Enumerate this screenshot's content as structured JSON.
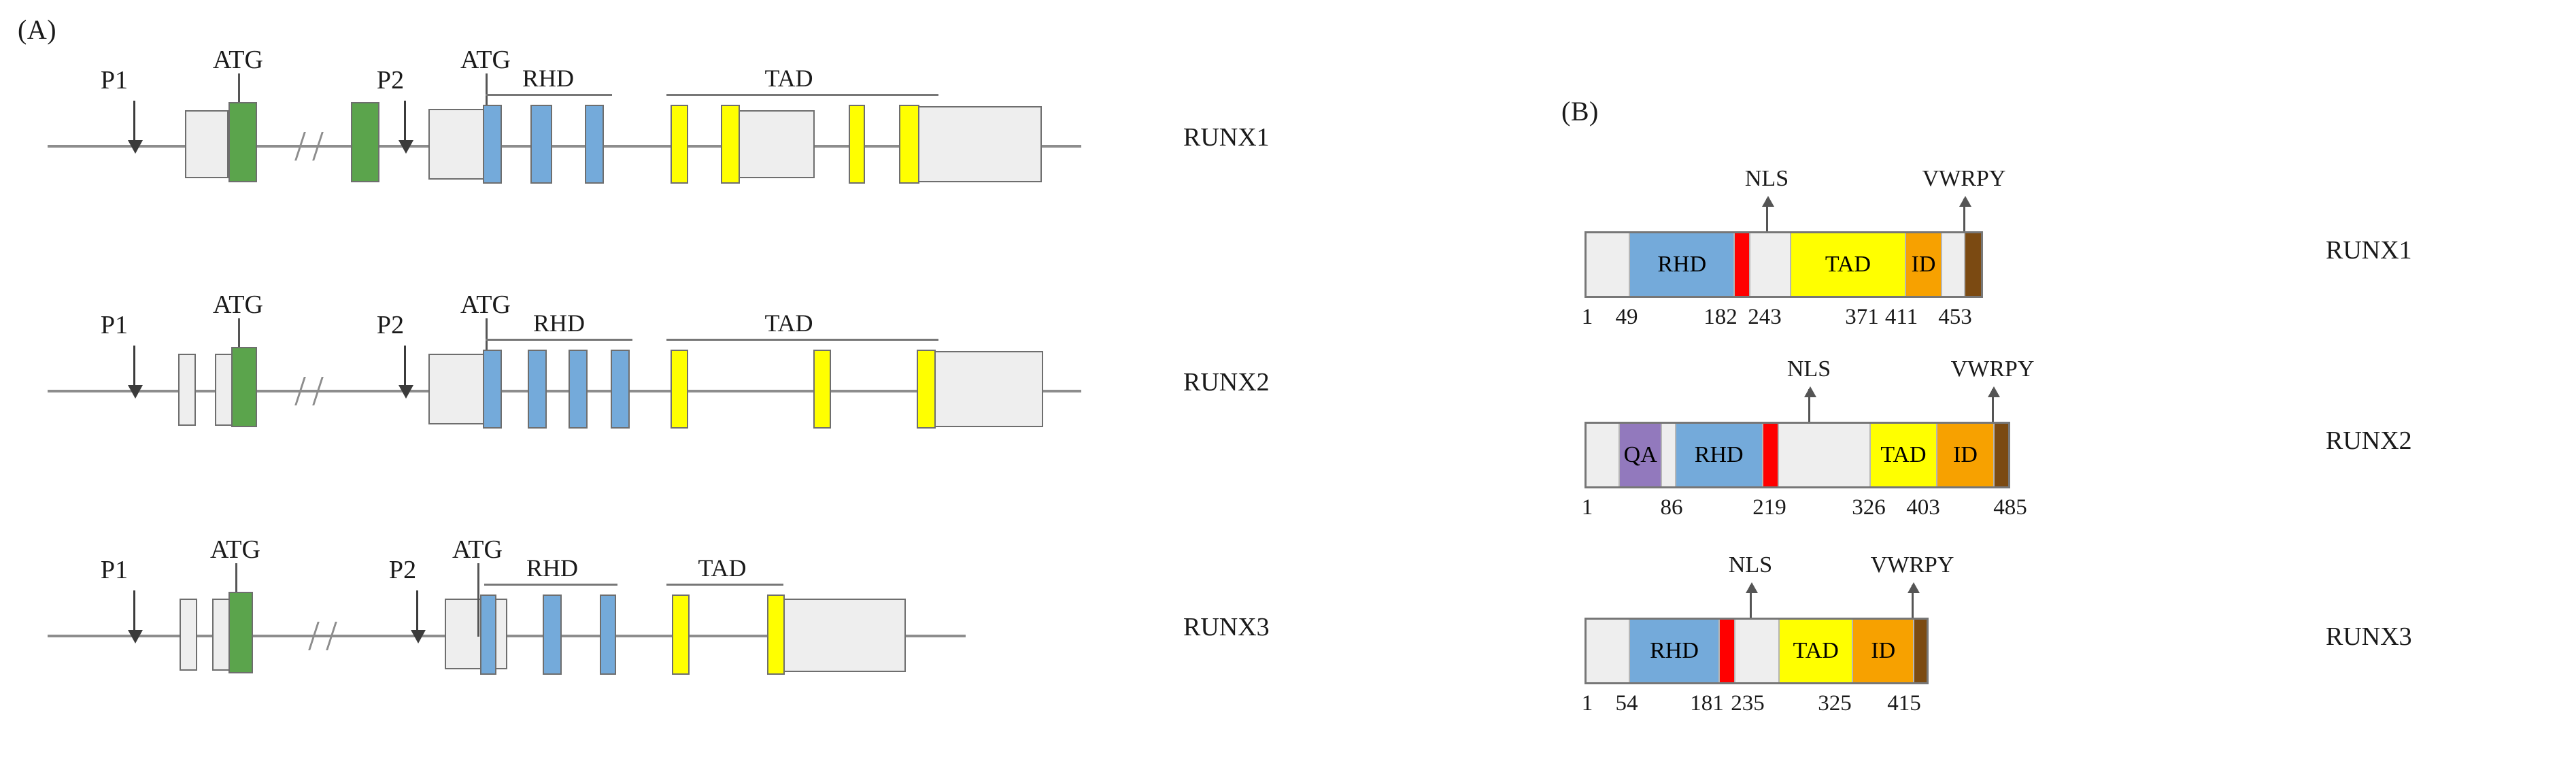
{
  "panels": {
    "a_label": "(A)",
    "b_label": "(B)"
  },
  "gene_panel": {
    "rows": [
      {
        "name": "RUNX1",
        "promoters": [
          "P1",
          "P2"
        ],
        "start_codons": [
          "ATG",
          "ATG"
        ],
        "domains": [
          "RHD",
          "TAD"
        ],
        "exon_colors": {
          "utr": "#eeeeee",
          "p1_coding": "#5ba44c",
          "rhd": "#74aada",
          "tad": "#ffff00"
        }
      },
      {
        "name": "RUNX2",
        "promoters": [
          "P1",
          "P2"
        ],
        "start_codons": [
          "ATG",
          "ATG"
        ],
        "domains": [
          "RHD",
          "TAD"
        ],
        "exon_colors": {
          "utr": "#eeeeee",
          "p1_coding": "#5ba44c",
          "rhd": "#74aada",
          "tad": "#ffff00"
        }
      },
      {
        "name": "RUNX3",
        "promoters": [
          "P1",
          "P2"
        ],
        "start_codons": [
          "ATG",
          "ATG"
        ],
        "domains": [
          "RHD",
          "TAD"
        ],
        "exon_colors": {
          "utr": "#eeeeee",
          "p1_coding": "#5ba44c",
          "rhd": "#74aada",
          "tad": "#ffff00"
        }
      }
    ]
  },
  "protein_panel": {
    "annotations": {
      "nls": "NLS",
      "vwrpy": "VWRPY"
    },
    "rows": [
      {
        "name": "RUNX1",
        "positions": [
          "1",
          "49",
          "182",
          "243",
          "371",
          "411",
          "453"
        ],
        "segments": [
          {
            "label": "",
            "color": "#eeeeee",
            "span": 48
          },
          {
            "label": "RHD",
            "color": "#74aada",
            "span": 117
          },
          {
            "label": "",
            "color": "#ff0000",
            "span": 16
          },
          {
            "label": "",
            "color": "#eeeeee",
            "span": 45
          },
          {
            "label": "TAD",
            "color": "#ffff00",
            "span": 128
          },
          {
            "label": "ID",
            "color": "#f7a100",
            "span": 40
          },
          {
            "label": "",
            "color": "#eeeeee",
            "span": 24
          },
          {
            "label": "",
            "color": "#7b4a12",
            "span": 18
          }
        ],
        "nls_at": 182,
        "vwrpy_at": 444
      },
      {
        "name": "RUNX2",
        "positions": [
          "1",
          "86",
          "219",
          "326",
          "403",
          "485"
        ],
        "segments": [
          {
            "label": "",
            "color": "#eeeeee",
            "span": 38
          },
          {
            "label": "QA",
            "color": "#9279bd",
            "span": 48
          },
          {
            "label": "",
            "color": "#eeeeee",
            "span": 15
          },
          {
            "label": "RHD",
            "color": "#74aada",
            "span": 101
          },
          {
            "label": "",
            "color": "#ff0000",
            "span": 17
          },
          {
            "label": "",
            "color": "#eeeeee",
            "span": 107
          },
          {
            "label": "TAD",
            "color": "#ffff00",
            "span": 77
          },
          {
            "label": "ID",
            "color": "#f7a100",
            "span": 66
          },
          {
            "label": "",
            "color": "#7b4a12",
            "span": 16
          }
        ],
        "nls_at": 219,
        "vwrpy_at": 478
      },
      {
        "name": "RUNX3",
        "positions": [
          "1",
          "54",
          "181",
          "235",
          "325",
          "415"
        ],
        "segments": [
          {
            "label": "",
            "color": "#eeeeee",
            "span": 53
          },
          {
            "label": "RHD",
            "color": "#74aada",
            "span": 110
          },
          {
            "label": "",
            "color": "#ff0000",
            "span": 18
          },
          {
            "label": "",
            "color": "#eeeeee",
            "span": 54
          },
          {
            "label": "TAD",
            "color": "#ffff00",
            "span": 90
          },
          {
            "label": "ID",
            "color": "#f7a100",
            "span": 75
          },
          {
            "label": "",
            "color": "#7b4a12",
            "span": 15
          }
        ],
        "nls_at": 181,
        "vwrpy_at": 403
      }
    ]
  }
}
